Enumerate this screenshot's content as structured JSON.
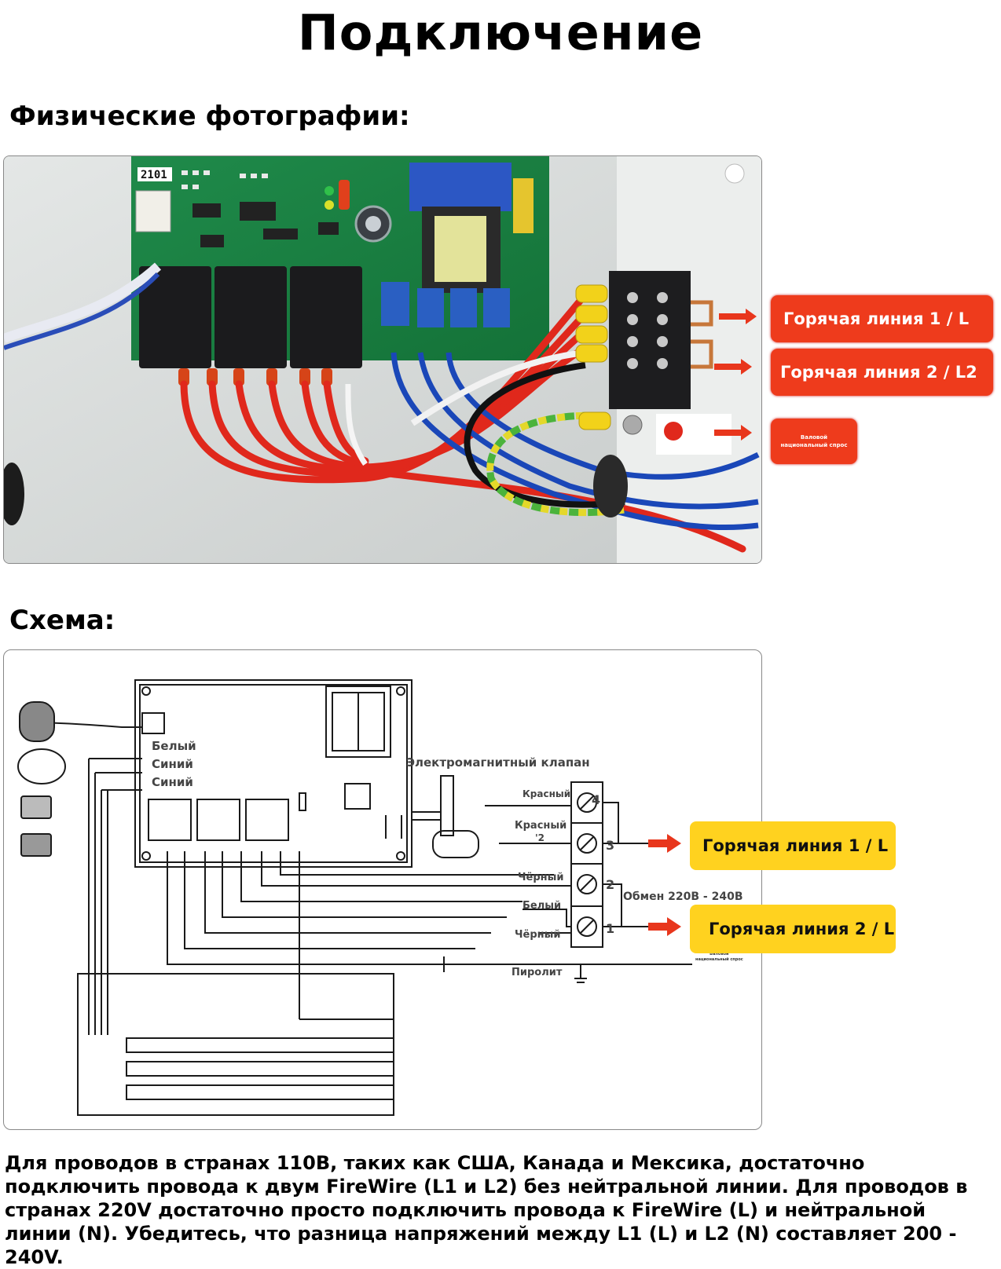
{
  "title": "Подключение",
  "photo_section": {
    "heading": "Физические фотографии:",
    "board_marking": "2101",
    "callouts": {
      "hot1": "Горячая линия 1 / L",
      "hot2": "Горячая линия 2 / L2",
      "ground_line1": "Валовой",
      "ground_line2": "национальный спрос"
    },
    "colors": {
      "callout": "#ee3b1c",
      "board": "#1f8a4a",
      "wire_red": "#e0281c",
      "wire_blue": "#1a47b8"
    }
  },
  "scheme_section": {
    "heading": "Схема:",
    "wire_labels": {
      "white": "Белый",
      "blue1": "Синий",
      "blue2": "Синий"
    },
    "valve_label": "Электромагнитный клапан",
    "terminal_labels": {
      "red1": "Красный",
      "red2": "Красный",
      "red2_suffix": "'2",
      "black1": "Чёрный",
      "white": "Белый",
      "black2": "Чёрный",
      "pilot": "Пиролит"
    },
    "terminal_numbers": [
      "4",
      "3",
      "2",
      "1"
    ],
    "exchange_label": "Обмен 220В - 240В",
    "hot1": "Горячая линия 1 / L",
    "hot2": "Горячая линия 2 / L",
    "ground_small1": "Валовой",
    "ground_small2": "национальный спрос",
    "colors": {
      "yellow": "#ffd21f",
      "arrow": "#e8361c"
    }
  },
  "note": "Для проводов в странах 110В, таких как США, Канада и Мексика, достаточно подключить провода к двум FireWire (L1 и L2) без нейтральной линии. Для проводов в странах 220V достаточно просто подключить провода к FireWire (L) и нейтральной линии (N). Убедитесь, что разница напряжений между L1 (L) и L2 (N) составляет 200 - 240V."
}
